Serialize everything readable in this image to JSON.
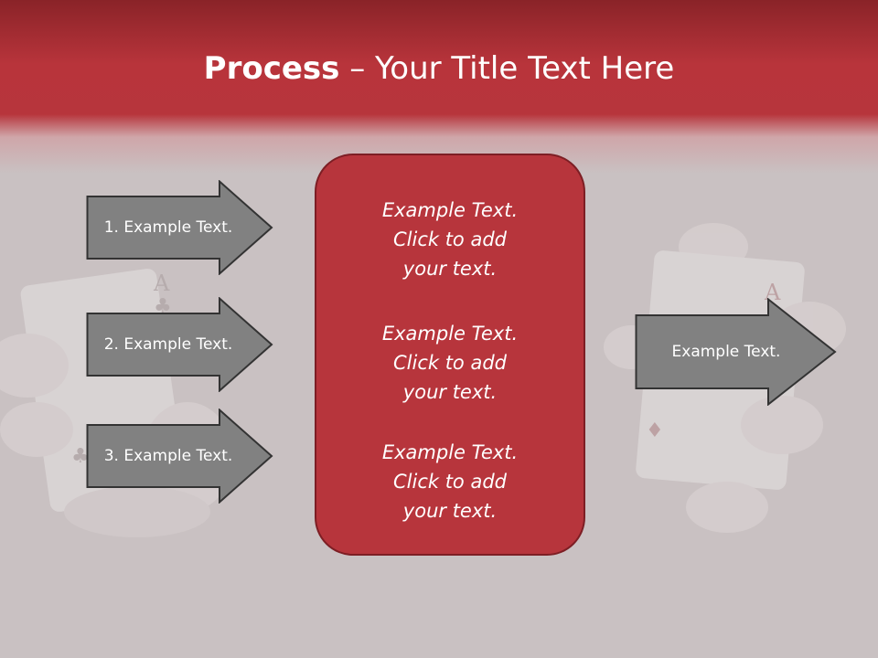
{
  "title": {
    "bold": "Process",
    "separator": " – ",
    "rest": "Your Title Text Here"
  },
  "steps": [
    {
      "label": "1. Example Text."
    },
    {
      "label": "2. Example Text."
    },
    {
      "label": "3. Example Text."
    }
  ],
  "center": [
    {
      "line1": "Example Text.",
      "line2": "Click  to add",
      "line3": "your text."
    },
    {
      "line1": "Example Text.",
      "line2": "Click  to add",
      "line3": "your text."
    },
    {
      "line1": "Example Text.",
      "line2": "Click  to add",
      "line3": "your text."
    }
  ],
  "output": {
    "label": "Example Text."
  },
  "colors": {
    "header_red": "#b7353c",
    "box_fill": "#b7353c",
    "box_border": "#7d1e24",
    "arrow_fill": "#818181",
    "arrow_border": "#333333",
    "background": "#c9c1c2"
  },
  "background_icons": [
    "hand-holding-ace-of-clubs-icon",
    "hand-holding-ace-of-diamonds-icon"
  ]
}
